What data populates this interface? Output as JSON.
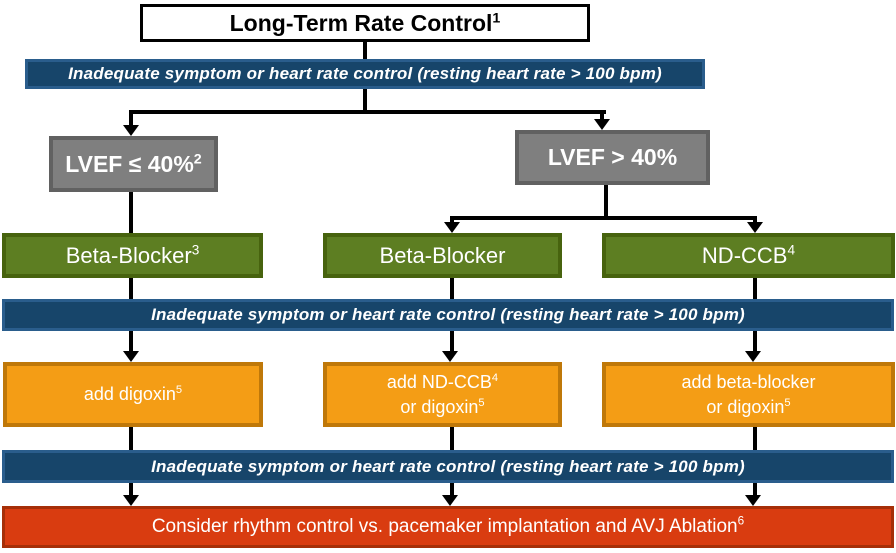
{
  "title": {
    "label": "Long-Term Rate Control",
    "sup": "1"
  },
  "banners": {
    "text": "Inadequate symptom or heart rate control (resting heart rate > 100 bpm)"
  },
  "boxes": {
    "lvef_low": {
      "label": "LVEF ≤ 40%",
      "sup": "2"
    },
    "lvef_high": {
      "label": "LVEF > 40%"
    },
    "beta_blocker_left": {
      "label": "Beta-Blocker",
      "sup": "3"
    },
    "beta_blocker_mid": {
      "label": "Beta-Blocker"
    },
    "nd_ccb": {
      "label": "ND-CCB",
      "sup": "4"
    },
    "add_digoxin": {
      "line1": "add digoxin",
      "line1_sup": "5"
    },
    "add_ndccb_or_digoxin": {
      "line1": "add ND-CCB",
      "line1_sup": "4",
      "line2": "or digoxin",
      "line2_sup": "5"
    },
    "add_bb_or_digoxin": {
      "line1": "add beta-blocker",
      "line2": "or digoxin",
      "line2_sup": "5"
    },
    "final": {
      "label": "Consider rhythm control vs. pacemaker implantation and AVJ Ablation",
      "sup": "6"
    }
  },
  "colors": {
    "banner_fill": "#17456A",
    "banner_border": "#2A5D8C",
    "gray_fill": "#7F7F7F",
    "gray_border": "#616161",
    "green_fill": "#5D7E22",
    "green_border": "#47630E",
    "orange_fill": "#F49D15",
    "orange_border": "#BF7809",
    "red_fill": "#D93C10",
    "red_border": "#A62F08",
    "line": "#000000"
  }
}
